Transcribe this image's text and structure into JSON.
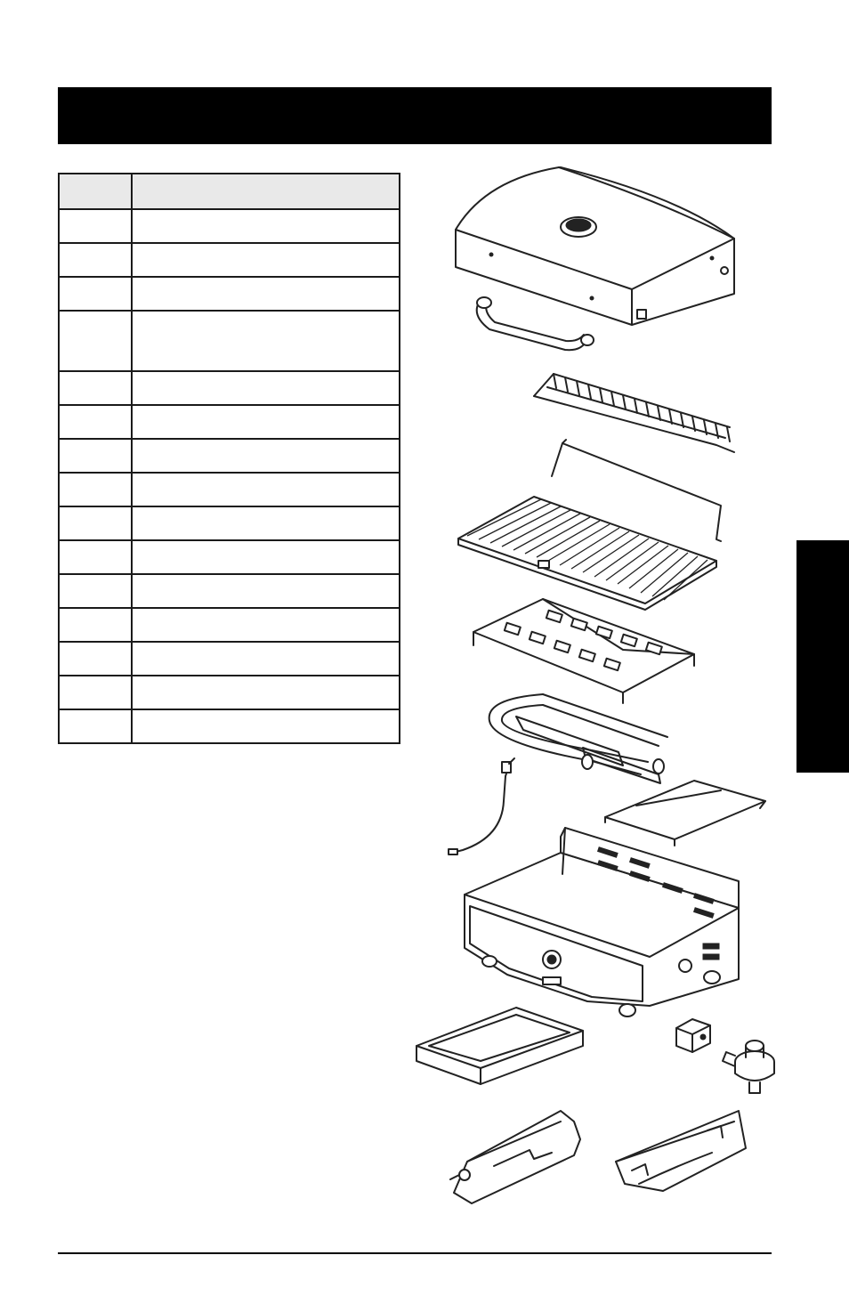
{
  "page": {
    "title": "",
    "side_tab": "",
    "parts_table": {
      "headers": [
        "",
        ""
      ],
      "rows": [
        [
          "",
          ""
        ],
        [
          "",
          ""
        ],
        [
          "",
          ""
        ],
        [
          "",
          ""
        ],
        [
          "",
          ""
        ],
        [
          "",
          ""
        ],
        [
          "",
          ""
        ],
        [
          "",
          ""
        ],
        [
          "",
          ""
        ],
        [
          "",
          ""
        ],
        [
          "",
          ""
        ],
        [
          "",
          ""
        ],
        [
          "",
          ""
        ],
        [
          "",
          ""
        ],
        [
          "",
          ""
        ]
      ]
    },
    "diagram_parts": [
      "lid-with-thermometer",
      "lid-handle",
      "warming-rack",
      "rack-support-wire",
      "cooking-grate",
      "heat-tent",
      "u-burner",
      "igniter-electrode",
      "heat-shield",
      "firebox",
      "grease-tray",
      "igniter-module",
      "regulator",
      "left-leg",
      "right-leg"
    ]
  }
}
